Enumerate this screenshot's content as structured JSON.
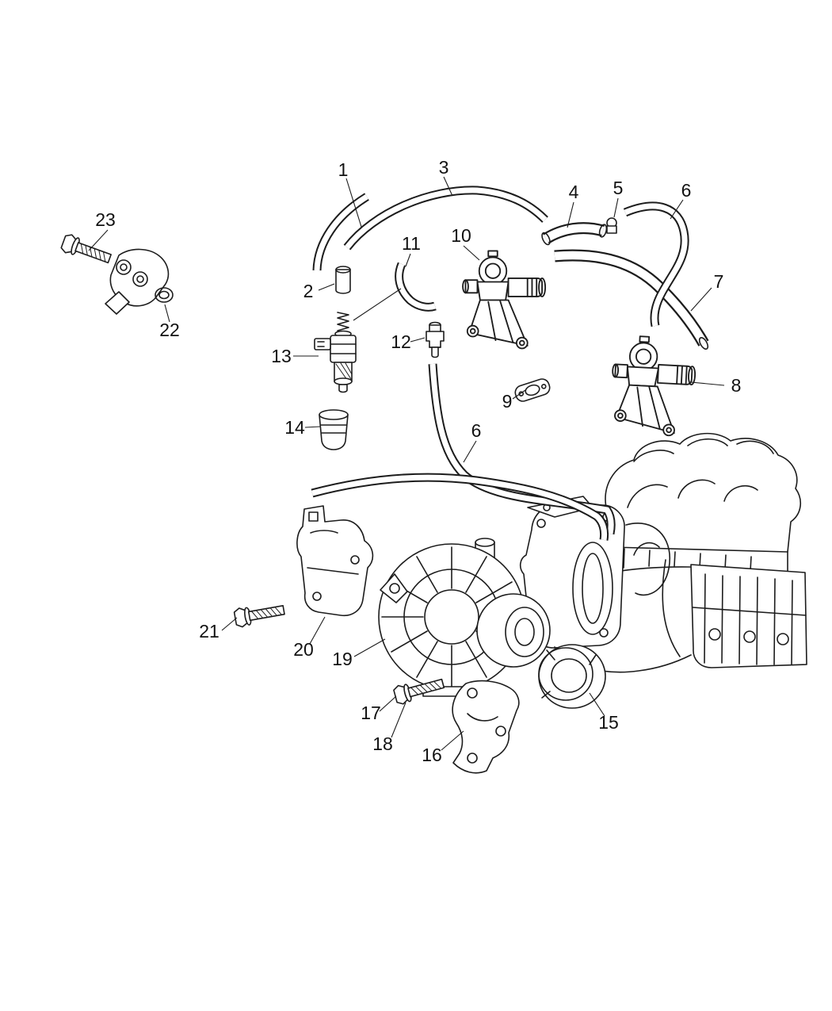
{
  "figure": {
    "background_color": "#ffffff",
    "line_color": "#1c1c1c"
  },
  "callouts": {
    "c1": "1",
    "c2": "2",
    "c3": "3",
    "c4": "4",
    "c5": "5",
    "c6a": "6",
    "c6b": "6",
    "c7": "7",
    "c8": "8",
    "c9": "9",
    "c10": "10",
    "c11": "11",
    "c12": "12",
    "c13": "13",
    "c14": "14",
    "c15": "15",
    "c16": "16",
    "c17": "17",
    "c18": "18",
    "c19": "19",
    "c20": "20",
    "c21": "21",
    "c22": "22",
    "c23": "23"
  }
}
